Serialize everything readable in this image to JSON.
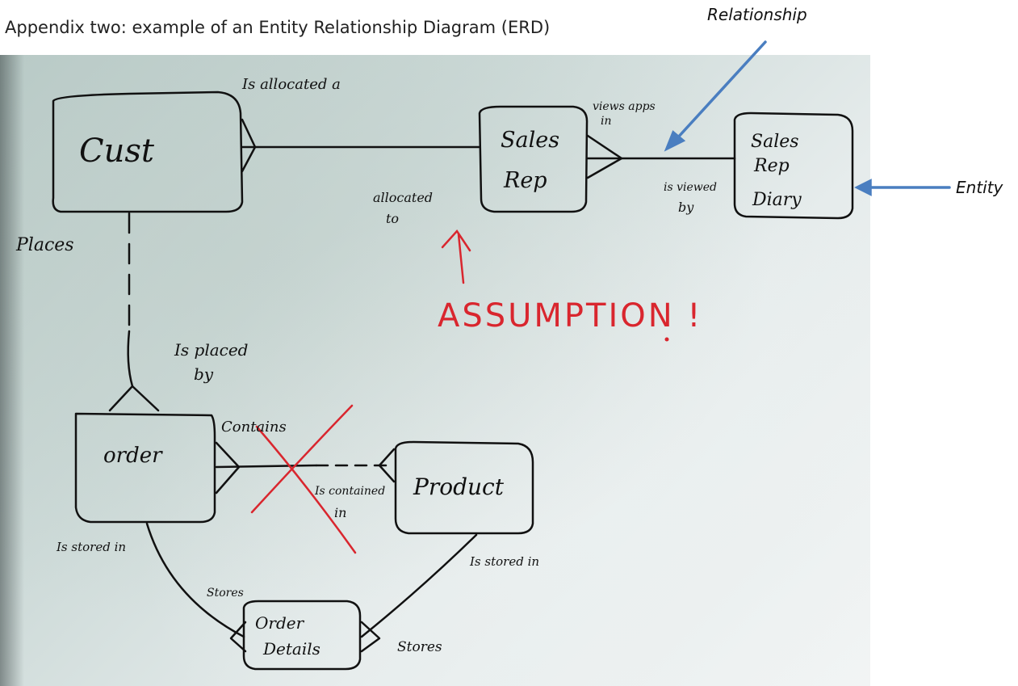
{
  "heading": "Appendix two: example of an Entity Relationship Diagram (ERD)",
  "callouts": {
    "relationship": "Relationship",
    "entity": "Entity"
  },
  "entities": {
    "cust": "Cust",
    "sales_rep_line1": "Sales",
    "sales_rep_line2": "Rep",
    "diary_line1": "Sales",
    "diary_line2": "Rep",
    "diary_line3": "Diary",
    "order": "order",
    "product": "Product",
    "details_line1": "Order",
    "details_line2": "Details"
  },
  "relationships": {
    "is_allocated_a": "Is allocated a",
    "allocated_to_1": "allocated",
    "allocated_to_2": "to",
    "views_apps_1": "views apps",
    "views_apps_2": "in",
    "is_viewed_1": "is viewed",
    "is_viewed_2": "by",
    "places": "Places",
    "is_placed_1": "Is placed",
    "is_placed_2": "by",
    "contains": "Contains",
    "is_contained_1": "Is contained",
    "is_contained_2": "in",
    "is_stored_in_order": "Is stored in",
    "is_stored_in_product": "Is stored in",
    "stores_order": "Stores",
    "stores_product": "Stores"
  },
  "assumption": "ASSUMPTION !",
  "colors": {
    "marker": "#111111",
    "red_marker": "#d9262e",
    "arrow": "#4a7ec0"
  }
}
